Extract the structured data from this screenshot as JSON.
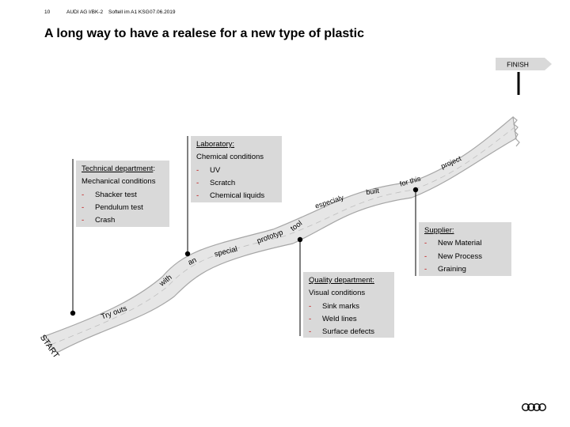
{
  "header": {
    "page_number": "10",
    "company": "AUDI AG",
    "dept": "I/BK-2",
    "topic": "Softell im A1 KSG",
    "date": "07.06.2019"
  },
  "title": "A long way to have a realese for a new type of plastic",
  "finish_label": "FINISH",
  "start_label": "START",
  "road_words": [
    "Try outs",
    "with",
    "an",
    "special",
    "prototyp",
    "tool",
    "especialy",
    "built",
    "for this",
    "project"
  ],
  "boxes": {
    "technical": {
      "heading": "Technical department",
      "suffix": ":",
      "subtitle": "Mechanical conditions",
      "items": [
        "Shacker test",
        "Pendulum test",
        "Crash"
      ]
    },
    "laboratory": {
      "heading": "Laboratory:",
      "subtitle": "Chemical conditions",
      "items": [
        "UV",
        "Scratch",
        "Chemical liquids"
      ]
    },
    "quality": {
      "heading": "Quality department:",
      "subtitle": "Visual conditions",
      "items": [
        "Sink marks",
        "Weld lines",
        "Surface defects"
      ]
    },
    "supplier": {
      "heading": "Supplier:",
      "items": [
        "New Material",
        "New Process",
        "Graining"
      ]
    }
  },
  "colors": {
    "box_fill": "#d9d9d9",
    "bullet": "#c00000",
    "road_fill": "#e6e6e6",
    "sign_fill": "#d9d9d9"
  },
  "icons": {
    "logo": "four-rings-logo"
  }
}
